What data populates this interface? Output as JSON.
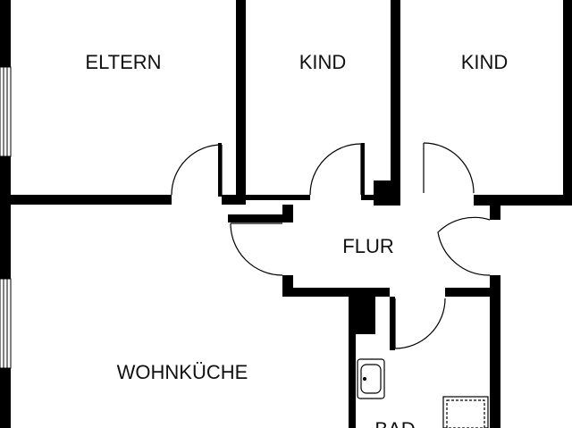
{
  "plan": {
    "rooms": [
      {
        "id": "eltern",
        "label": "ELTERN"
      },
      {
        "id": "kind1",
        "label": "KIND"
      },
      {
        "id": "kind2",
        "label": "KIND"
      },
      {
        "id": "flur",
        "label": "FLUR"
      },
      {
        "id": "wohnkueche",
        "label": "WOHNKÜCHE"
      },
      {
        "id": "bad",
        "label": "BAD"
      }
    ],
    "colors": {
      "wall": "#000000",
      "background": "#ffffff",
      "text": "#111111"
    }
  }
}
